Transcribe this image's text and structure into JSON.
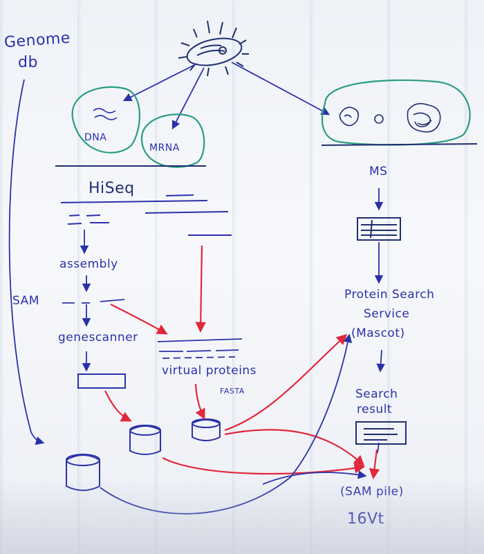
{
  "colors": {
    "ink_blue": "#2a31a8",
    "ink_navy": "#1f2e6e",
    "ink_green": "#2a9c84",
    "ink_red": "#e0283a"
  },
  "labels": {
    "genome_db_line1": "Genome",
    "genome_db_line2": "db",
    "dna": "DNA",
    "mrna": "MRNA",
    "hiseq": "HiSeq",
    "assembly": "assembly",
    "sam": "SAM",
    "genescanner": "genescanner",
    "virtual_proteins": "virtual proteins",
    "fasta": "FASTA",
    "ms": "MS",
    "protein_search_line1": "Protein Search",
    "protein_search_line2": "Service",
    "protein_search_line3": "(Mascot)",
    "search_result_line1": "Search",
    "search_result_line2": "result",
    "sam_pile": "(SAM pile)",
    "size": "16Vt"
  },
  "icons": [
    "sun-organism-icon",
    "dna-wave-icon",
    "protein-blob-icon",
    "database-cylinder-icon",
    "document-icon",
    "spectrum-box-icon"
  ]
}
